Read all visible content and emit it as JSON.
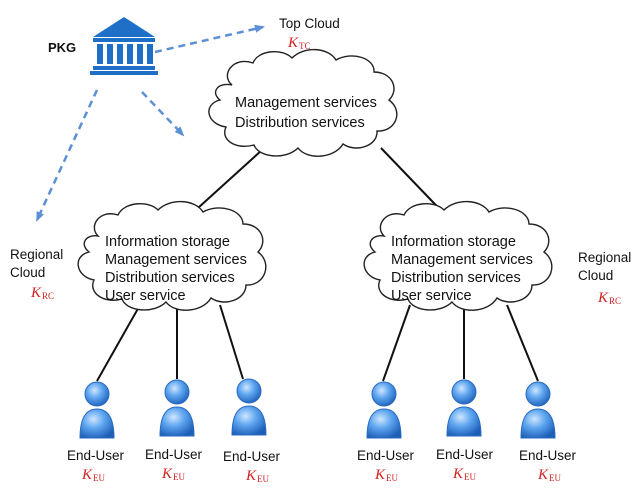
{
  "pkg": {
    "label": "PKG"
  },
  "top_cloud": {
    "title": "Top Cloud",
    "key_letter": "K",
    "key_sub": "TC",
    "lines": [
      "Management services",
      "Distribution services"
    ]
  },
  "regional_clouds": [
    {
      "label_line1": "Regional",
      "label_line2": "Cloud",
      "key_letter": "K",
      "key_sub": "RC",
      "lines": [
        "Information storage",
        "Management services",
        "Distribution services",
        "User service"
      ]
    },
    {
      "label_line1": "Regional",
      "label_line2": "Cloud",
      "key_letter": "K",
      "key_sub": "RC",
      "lines": [
        "Information storage",
        "Management services",
        "Distribution services",
        "User service"
      ]
    }
  ],
  "end_users": [
    {
      "label": "End-User",
      "key_letter": "K",
      "key_sub": "EU"
    },
    {
      "label": "End-User",
      "key_letter": "K",
      "key_sub": "EU"
    },
    {
      "label": "End-User",
      "key_letter": "K",
      "key_sub": "EU"
    },
    {
      "label": "End-User",
      "key_letter": "K",
      "key_sub": "EU"
    },
    {
      "label": "End-User",
      "key_letter": "K",
      "key_sub": "EU"
    },
    {
      "label": "End-User",
      "key_letter": "K",
      "key_sub": "EU"
    }
  ],
  "colors": {
    "arrow": "#5b8fd6",
    "key": "#d42020",
    "user_fill": "#3d8be0",
    "building": "#1e6fc8"
  }
}
